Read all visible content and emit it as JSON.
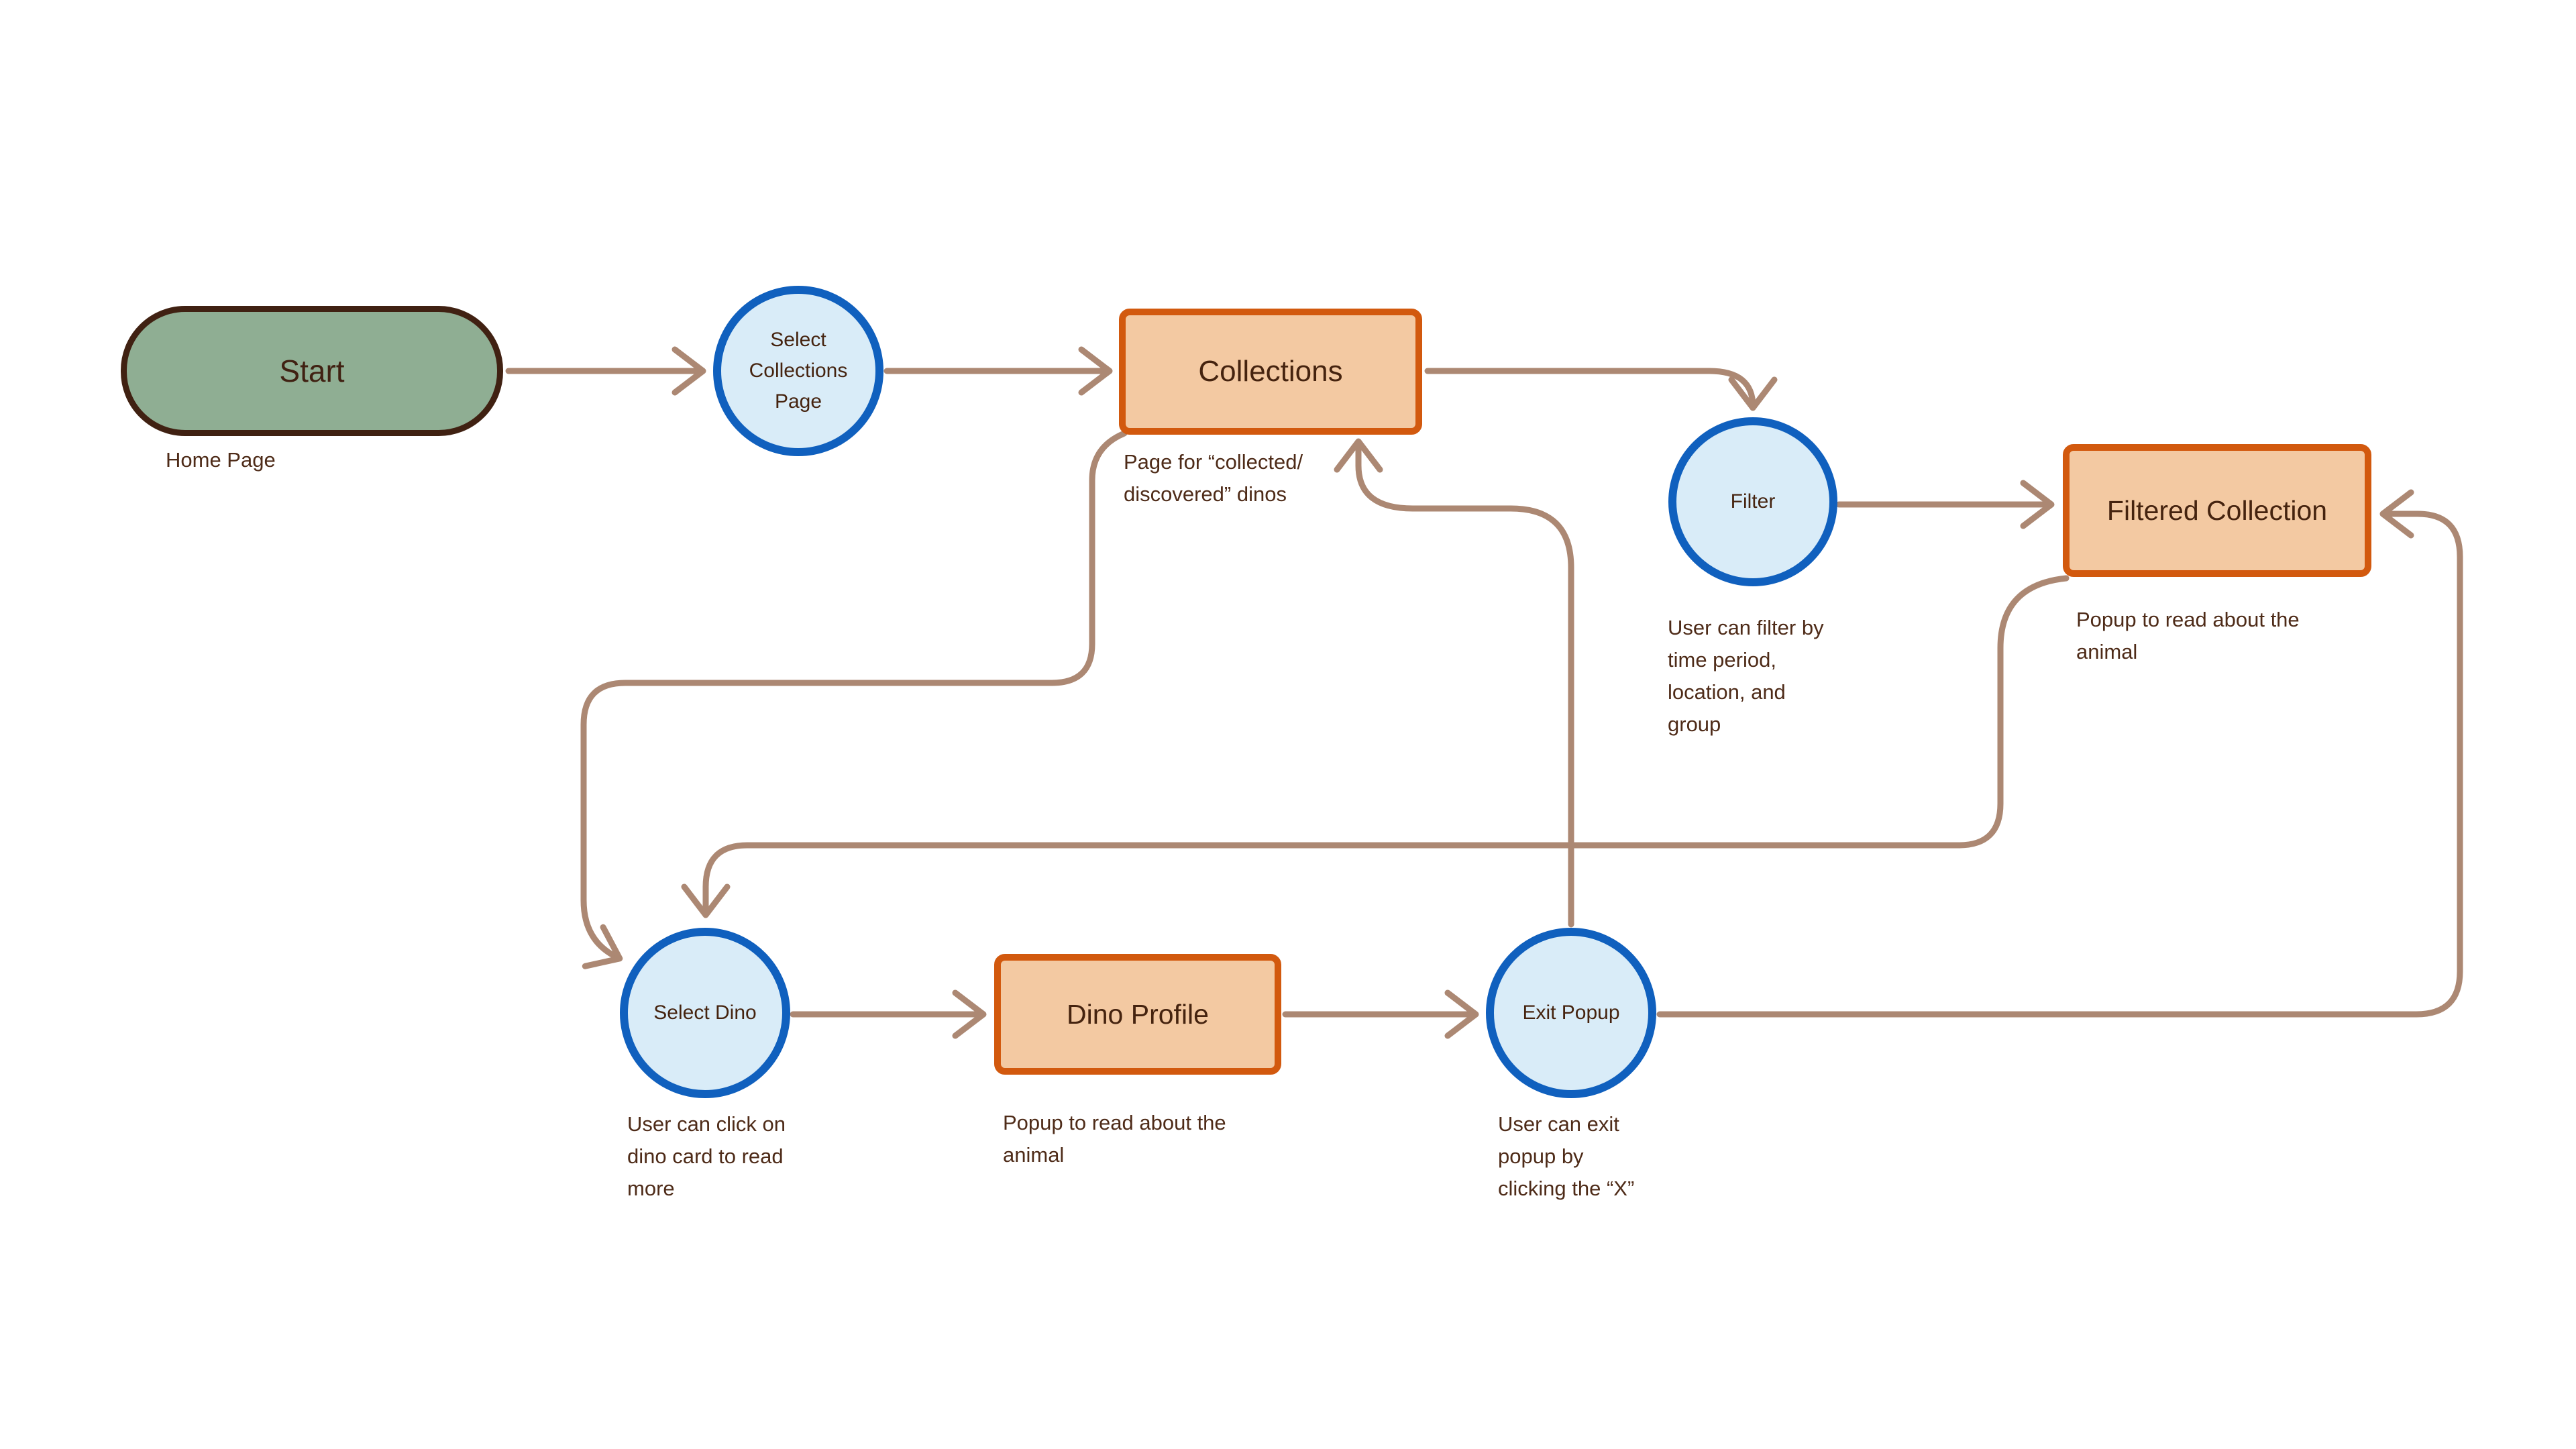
{
  "diagram": {
    "title_hint": "dino app collections flow",
    "background": "#ffffff"
  },
  "colors": {
    "background": "#ffffff",
    "terminator_fill": "#8FAE93",
    "terminator_border": "#402112",
    "circle_fill": "#D9ECF8",
    "circle_border": "#1060BE",
    "rect_fill": "#F3C9A2",
    "rect_border": "#D2590E",
    "connector": "#AC8873",
    "label_text": "#45230F",
    "caption_text": "#4E2B18"
  },
  "nodes": {
    "start": {
      "type": "terminator",
      "label": "Start",
      "caption": "Home Page"
    },
    "select_collections": {
      "type": "action-circle",
      "label": "Select\nCollections\nPage"
    },
    "collections": {
      "type": "page",
      "label": "Collections",
      "caption": "Page for “collected/\ndiscovered” dinos"
    },
    "filter": {
      "type": "action-circle",
      "label": "Filter",
      "caption": "User can filter by\ntime period,\nlocation, and\ngroup"
    },
    "filtered_collection": {
      "type": "page",
      "label": "Filtered Collection",
      "caption": "Popup to read about the\nanimal"
    },
    "select_dino": {
      "type": "action-circle",
      "label": "Select Dino",
      "caption": "User can click on\ndino card to read\nmore"
    },
    "dino_profile": {
      "type": "page",
      "label": "Dino Profile",
      "caption": "Popup to read about the\nanimal"
    },
    "exit_popup": {
      "type": "action-circle",
      "label": "Exit Popup",
      "caption": "User can exit\npopup by\nclicking the “X”"
    }
  },
  "edges": [
    {
      "from": "start",
      "to": "select_collections"
    },
    {
      "from": "select_collections",
      "to": "collections"
    },
    {
      "from": "collections",
      "to": "filter"
    },
    {
      "from": "filter",
      "to": "filtered_collection"
    },
    {
      "from": "collections",
      "to": "select_dino"
    },
    {
      "from": "filtered_collection",
      "to": "select_dino"
    },
    {
      "from": "select_dino",
      "to": "dino_profile"
    },
    {
      "from": "dino_profile",
      "to": "exit_popup"
    },
    {
      "from": "exit_popup",
      "to": "collections"
    },
    {
      "from": "exit_popup",
      "to": "filtered_collection"
    }
  ]
}
